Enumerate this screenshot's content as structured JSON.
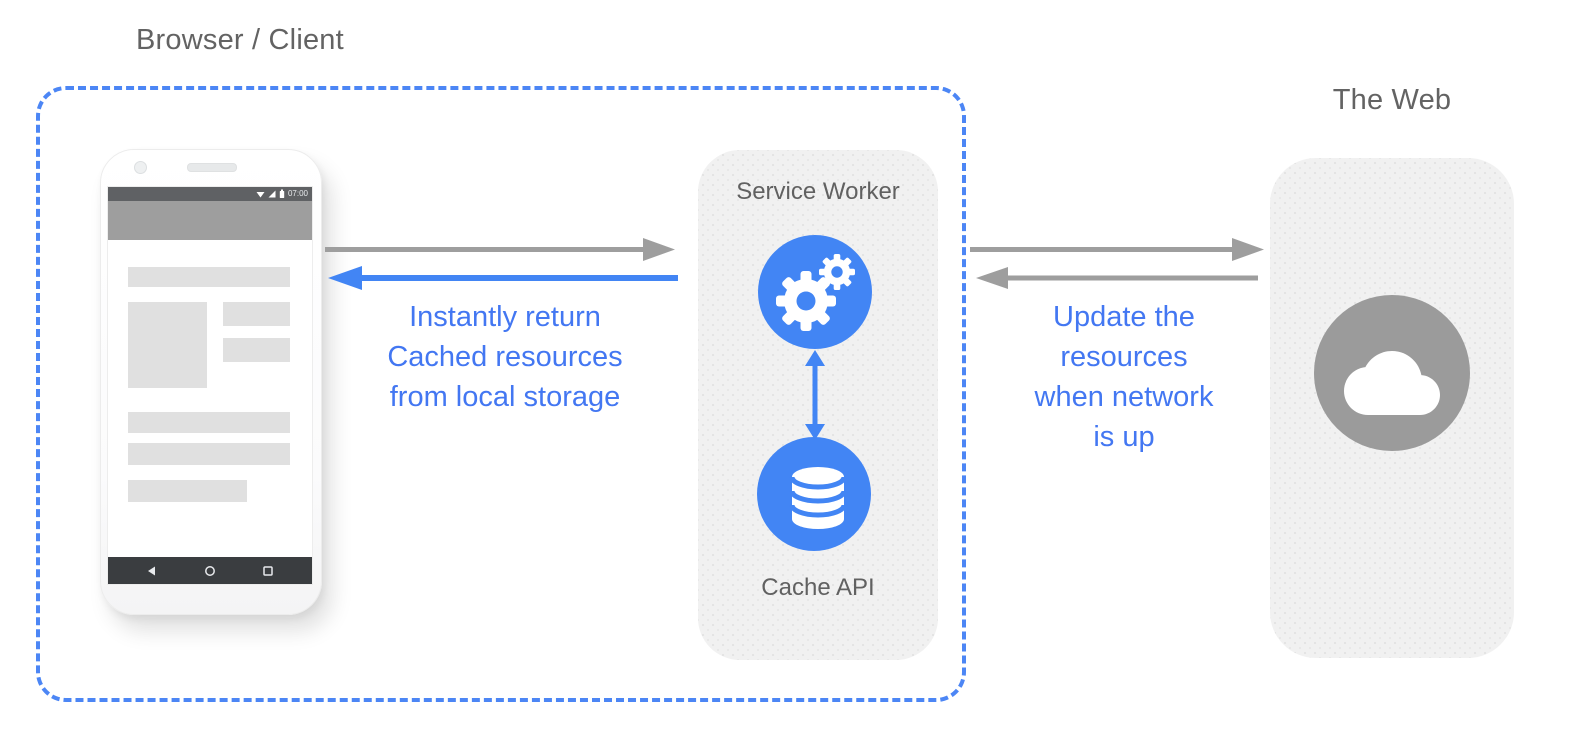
{
  "diagram": {
    "browser_client": {
      "title": "Browser / Client",
      "phone": {
        "status_time": "07:00"
      }
    },
    "service_worker": {
      "title": "Service Worker",
      "cache_label": "Cache API"
    },
    "web": {
      "title": "The Web"
    },
    "annotations": {
      "cached_response": {
        "lines": [
          "Instantly return",
          "Cached resources",
          "from local storage"
        ]
      },
      "network_update": {
        "lines": [
          "Update the",
          "resources",
          "when network",
          "is up"
        ]
      }
    },
    "colors": {
      "accent_blue": "#4285f4",
      "annotation_blue": "#4377f2",
      "arrow_gray": "#9e9e9e",
      "panel_gray": "#f1f1f1",
      "heading_gray": "#636363"
    },
    "icons": {
      "gears": "service worker processing",
      "database": "cache storage",
      "cloud": "the web / network",
      "wifi": "status bar wifi",
      "signal": "status bar cell signal",
      "battery": "status bar battery",
      "back": "android back",
      "home": "android home",
      "recents": "android recents"
    }
  }
}
